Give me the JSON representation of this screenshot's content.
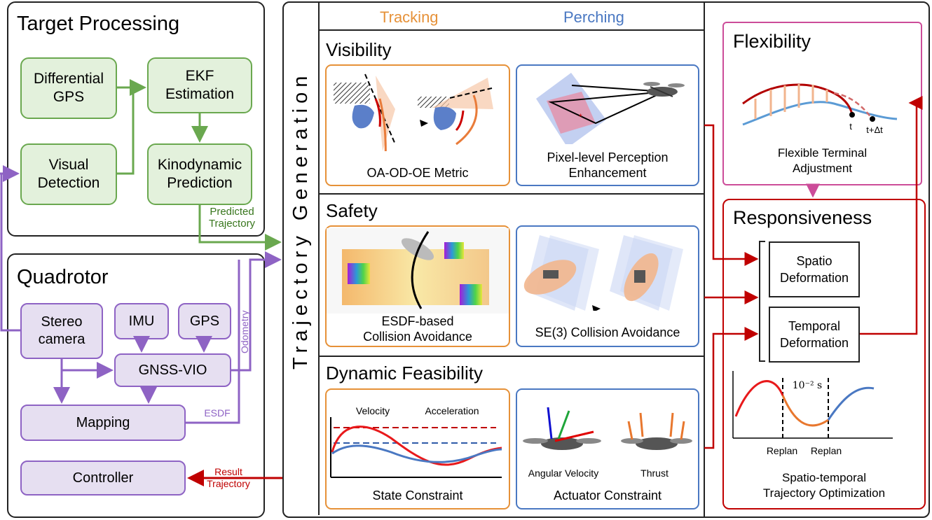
{
  "target_processing": {
    "title": "Target Processing",
    "differential_gps": "Differential\nGPS",
    "visual_detection": "Visual\nDetection",
    "ekf_estimation": "EKF\nEstimation",
    "kinodynamic_prediction": "Kinodynamic\nPrediction",
    "predicted_trajectory": "Predicted\nTrajectory"
  },
  "quadrotor": {
    "title": "Quadrotor",
    "stereo_camera": "Stereo\ncamera",
    "imu": "IMU",
    "gps": "GPS",
    "gnss_vio": "GNSS-VIO",
    "mapping": "Mapping",
    "controller": "Controller",
    "odometry": "Odometry",
    "esdf": "ESDF",
    "result_trajectory": "Result\nTrajectory"
  },
  "trajectory_generation": {
    "vertical_label": "Trajectory Generation",
    "tracking": "Tracking",
    "perching": "Perching",
    "visibility": {
      "title": "Visibility",
      "tracking_caption": "OA-OD-OE Metric",
      "perching_caption": "Pixel-level Perception\nEnhancement"
    },
    "safety": {
      "title": "Safety",
      "tracking_caption": "ESDF-based\nCollision Avoidance",
      "perching_caption": "SE(3) Collision Avoidance"
    },
    "dynamic_feasibility": {
      "title": "Dynamic Feasibility",
      "velocity": "Velocity",
      "acceleration": "Acceleration",
      "tracking_caption": "State Constraint",
      "angular_velocity": "Angular Velocity",
      "thrust": "Thrust",
      "perching_caption": "Actuator Constraint"
    }
  },
  "flexibility": {
    "title": "Flexibility",
    "t_label": "t",
    "t_dt_label": "t+Δt",
    "caption": "Flexible Terminal\nAdjustment"
  },
  "responsiveness": {
    "title": "Responsiveness",
    "spatio": "Spatio\nDeformation",
    "temporal": "Temporal\nDeformation",
    "interval": "10⁻² s",
    "replan_1": "Replan",
    "replan_2": "Replan",
    "caption": "Spatio-temporal\nTrajectory Optimization"
  },
  "colors": {
    "green": "#6aa84f",
    "purple": "#8e63c4",
    "red": "#c00000",
    "orange": "#e69138",
    "blue": "#4a78c2",
    "pink": "#cc4c99"
  }
}
